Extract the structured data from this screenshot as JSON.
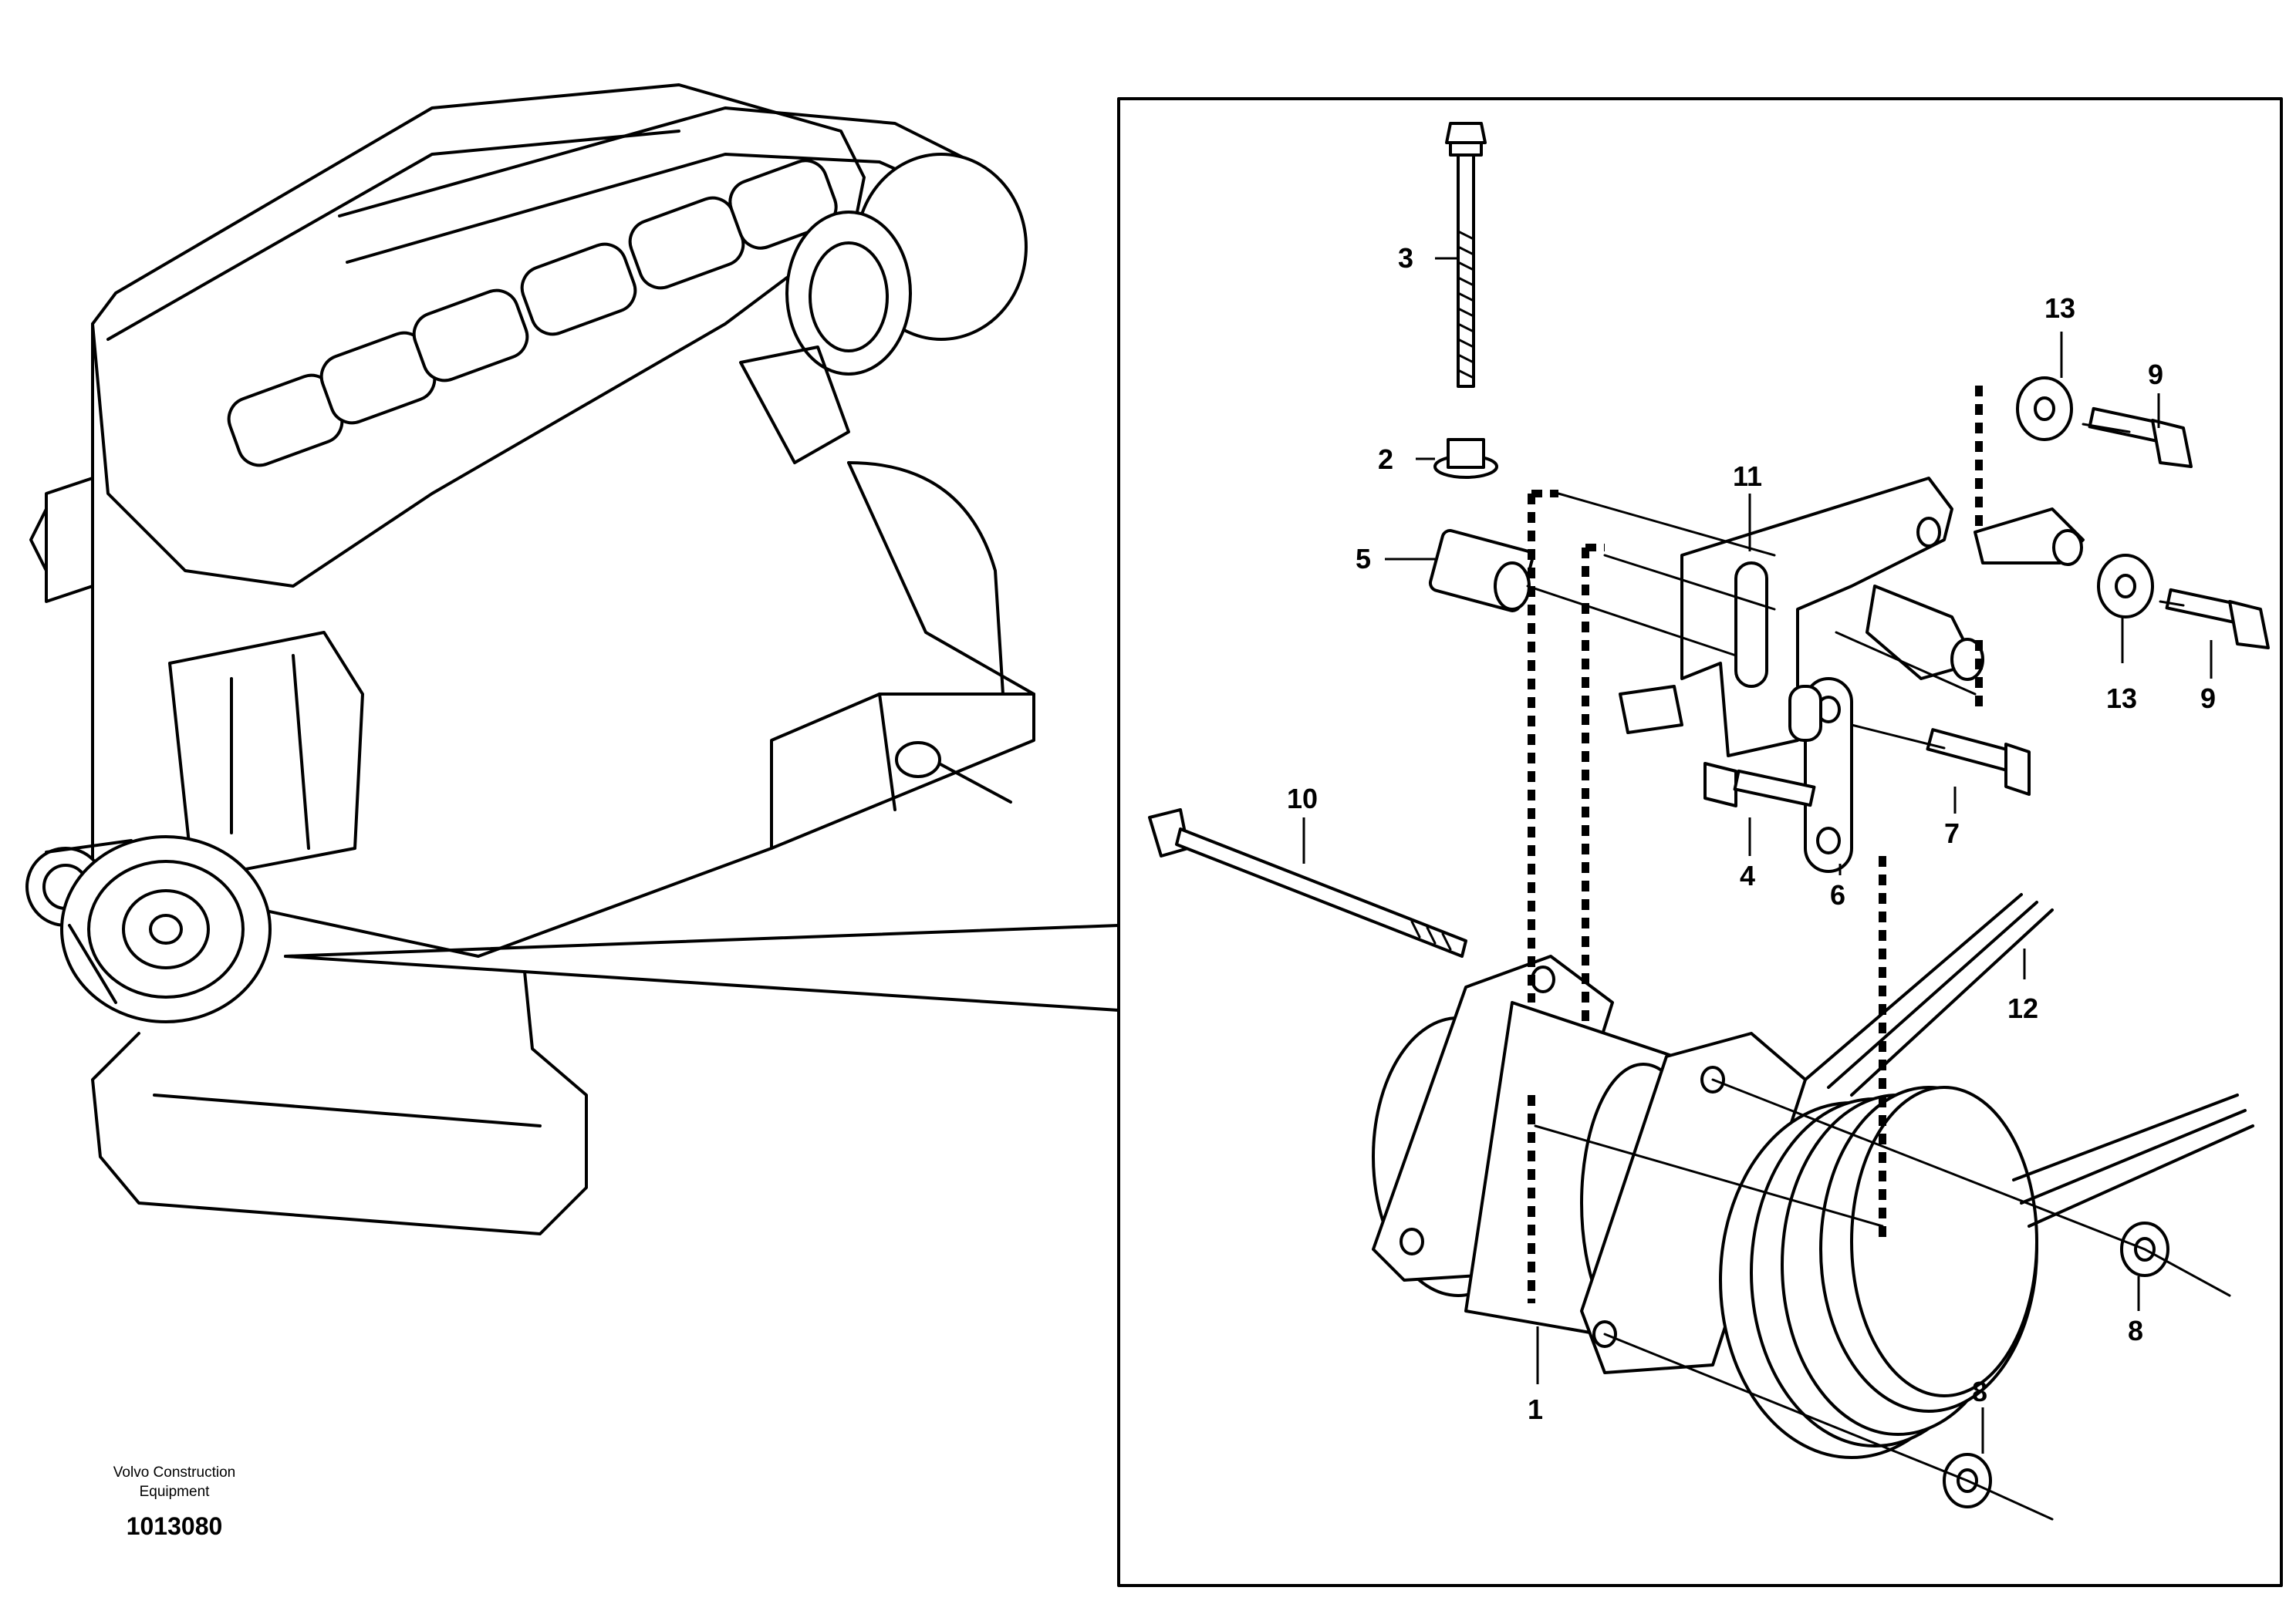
{
  "footer": {
    "company_line1": "Volvo Construction",
    "company_line2": "Equipment",
    "figure_number": "1013080"
  },
  "callouts": [
    {
      "id": "1",
      "label": "1"
    },
    {
      "id": "2",
      "label": "2"
    },
    {
      "id": "3",
      "label": "3"
    },
    {
      "id": "4",
      "label": "4"
    },
    {
      "id": "5",
      "label": "5"
    },
    {
      "id": "6",
      "label": "6"
    },
    {
      "id": "7",
      "label": "7"
    },
    {
      "id": "8a",
      "label": "8"
    },
    {
      "id": "8b",
      "label": "8"
    },
    {
      "id": "9a",
      "label": "9"
    },
    {
      "id": "9b",
      "label": "9"
    },
    {
      "id": "10",
      "label": "10"
    },
    {
      "id": "11",
      "label": "11"
    },
    {
      "id": "12",
      "label": "12"
    },
    {
      "id": "13a",
      "label": "13"
    },
    {
      "id": "13b",
      "label": "13"
    }
  ]
}
